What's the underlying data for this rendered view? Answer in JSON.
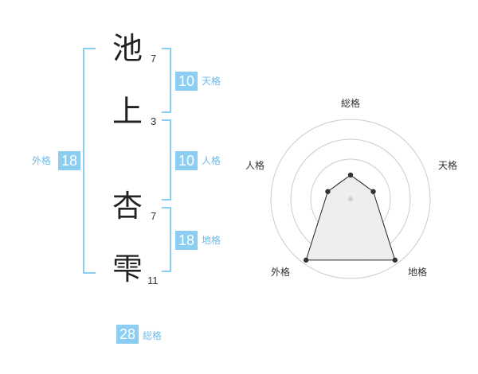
{
  "name": {
    "chars": [
      {
        "char": "池",
        "strokes": "7"
      },
      {
        "char": "上",
        "strokes": "3"
      },
      {
        "char": "杏",
        "strokes": "7"
      },
      {
        "char": "雫",
        "strokes": "11"
      }
    ]
  },
  "grades": {
    "tenkaku": {
      "value": "10",
      "label": "天格"
    },
    "jinkaku": {
      "value": "10",
      "label": "人格"
    },
    "chikaku": {
      "value": "18",
      "label": "地格"
    },
    "gaikaku": {
      "value": "18",
      "label": "外格"
    },
    "soukaku": {
      "value": "28",
      "label": "総格"
    }
  },
  "colors": {
    "accent": "#8ccdf2",
    "accent_text": "#6cbbe8"
  },
  "chart_data": {
    "type": "radar",
    "axes": [
      "総格",
      "天格",
      "地格",
      "外格",
      "人格"
    ],
    "values": [
      0.3,
      0.3,
      0.95,
      0.95,
      0.3
    ],
    "rings": 4,
    "max": 1
  }
}
